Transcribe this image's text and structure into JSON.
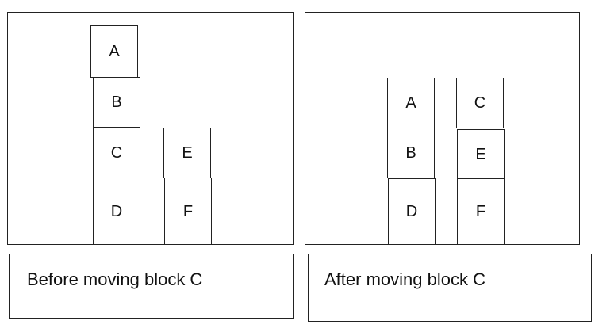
{
  "before": {
    "caption": "Before moving block C",
    "stacks": [
      [
        "A",
        "B",
        "C",
        "D"
      ],
      [
        "E",
        "F"
      ]
    ]
  },
  "after": {
    "caption": "After moving block C",
    "stacks": [
      [
        "A",
        "B",
        "D"
      ],
      [
        "C",
        "E",
        "F"
      ]
    ]
  }
}
